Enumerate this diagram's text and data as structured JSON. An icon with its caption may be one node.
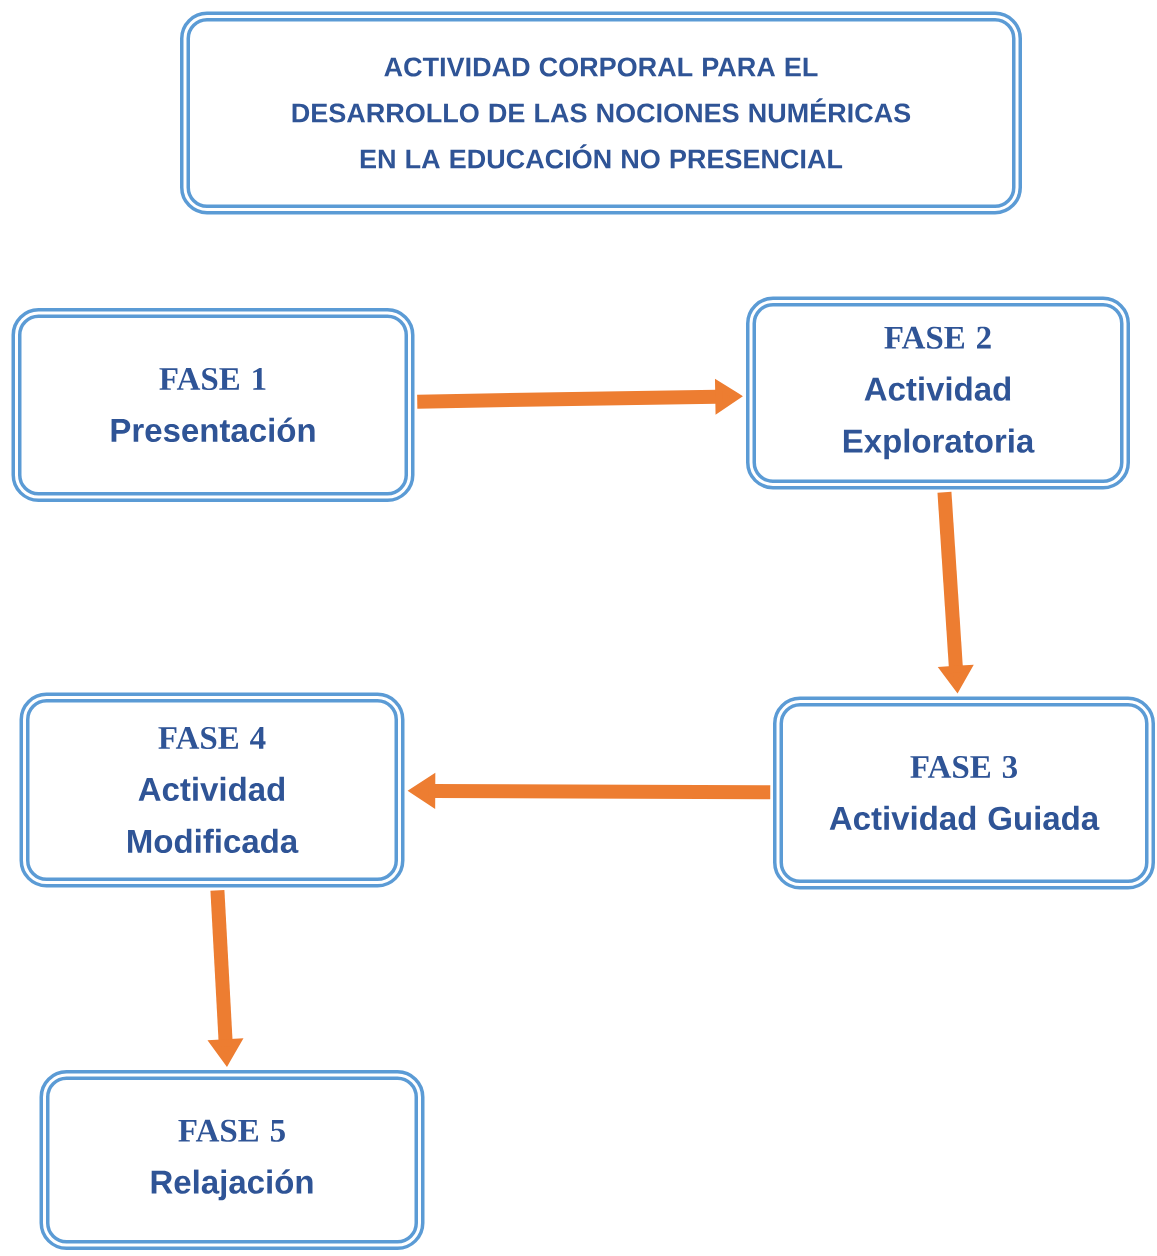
{
  "diagram": {
    "nodes": [
      {
        "text": [
          "ACTIVIDAD CORPORAL PARA EL DESARROLLO DE LAS NOCIONES NUMÉRICAS EN LA EDUCACIÓN NO PRESENCIAL"
        ]
      },
      {
        "text": [
          "FASE 1",
          "Presentación"
        ]
      },
      {
        "text": [
          "FASE 2",
          "Actividad Exploratoria"
        ]
      },
      {
        "text": [
          "FASE 3",
          "Actividad Guiada"
        ]
      },
      {
        "text": [
          "FASE 4",
          "Actividad Modificada"
        ]
      },
      {
        "text": [
          "FASE 5",
          "Relajación"
        ]
      }
    ],
    "edges": [
      {
        "from": 1,
        "to": 2,
        "arrow": "to"
      },
      {
        "from": 2,
        "to": 3,
        "arrow": "to"
      },
      {
        "from": 3,
        "to": 4,
        "arrow": "to"
      },
      {
        "from": 4,
        "to": 5,
        "arrow": "to"
      }
    ]
  }
}
